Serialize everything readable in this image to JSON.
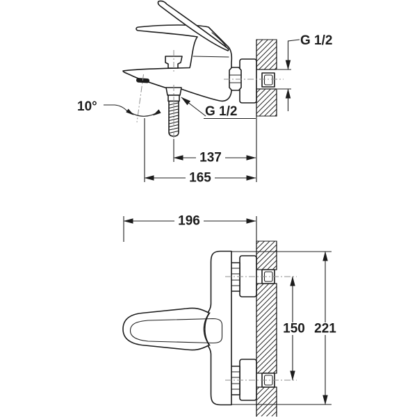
{
  "drawing": {
    "type": "Technical dimension drawing of a wall-mounted single-lever bath-shower mixer (side view and plan view)",
    "units": "mm",
    "colors": {
      "background": "#ffffff",
      "line": "#1c1c1c",
      "centerline": "#8c8c8c"
    },
    "side_view": {
      "wall_connection_thread": "G 1/2",
      "shower_hose_thread": "G 1/2",
      "spout_outlet_angle": "10°",
      "hose_connection_to_wall": "137",
      "outlet_to_wall": "165"
    },
    "plan_view": {
      "depth_from_wall": "196",
      "connection_centre_distance": "150",
      "overall_width": "221"
    }
  }
}
